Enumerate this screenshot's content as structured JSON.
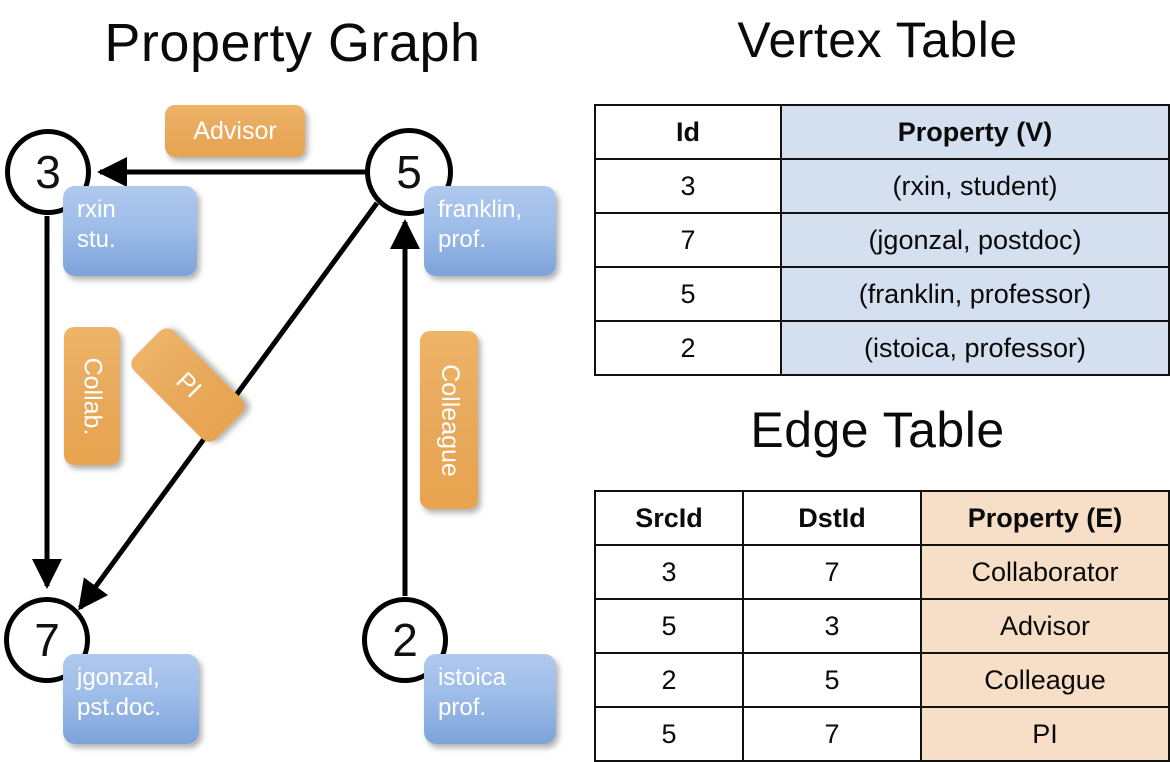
{
  "titles": {
    "property_graph": "Property Graph",
    "vertex_table": "Vertex Table",
    "edge_table": "Edge Table"
  },
  "graph": {
    "vertices": [
      {
        "id": "3",
        "property_line1": "rxin",
        "property_line2": "stu."
      },
      {
        "id": "5",
        "property_line1": "franklin,",
        "property_line2": "prof."
      },
      {
        "id": "7",
        "property_line1": "jgonzal,",
        "property_line2": "pst.doc."
      },
      {
        "id": "2",
        "property_line1": "istoica",
        "property_line2": "prof."
      }
    ],
    "edge_labels": [
      {
        "name": "advisor",
        "text": "Advisor"
      },
      {
        "name": "collab",
        "text": "Collab."
      },
      {
        "name": "pi",
        "text": "PI"
      },
      {
        "name": "colleague",
        "text": "Colleague"
      }
    ]
  },
  "vertex_table": {
    "headers": [
      "Id",
      "Property (V)"
    ],
    "rows": [
      {
        "id": "3",
        "property": "(rxin, student)"
      },
      {
        "id": "7",
        "property": "(jgonzal, postdoc)"
      },
      {
        "id": "5",
        "property": "(franklin, professor)"
      },
      {
        "id": "2",
        "property": "(istoica, professor)"
      }
    ]
  },
  "edge_table": {
    "headers": [
      "SrcId",
      "DstId",
      "Property (E)"
    ],
    "rows": [
      {
        "src": "3",
        "dst": "7",
        "property": "Collaborator"
      },
      {
        "src": "5",
        "dst": "3",
        "property": "Advisor"
      },
      {
        "src": "2",
        "dst": "5",
        "property": "Colleague"
      },
      {
        "src": "5",
        "dst": "7",
        "property": "PI"
      }
    ]
  },
  "colors": {
    "vertex_header_fill": "#d4dff0",
    "edge_header_fill": "#f6dfc6",
    "node_property_box": "#9ebde9",
    "edge_label_box": "#e8a95c",
    "stroke": "#000000"
  }
}
